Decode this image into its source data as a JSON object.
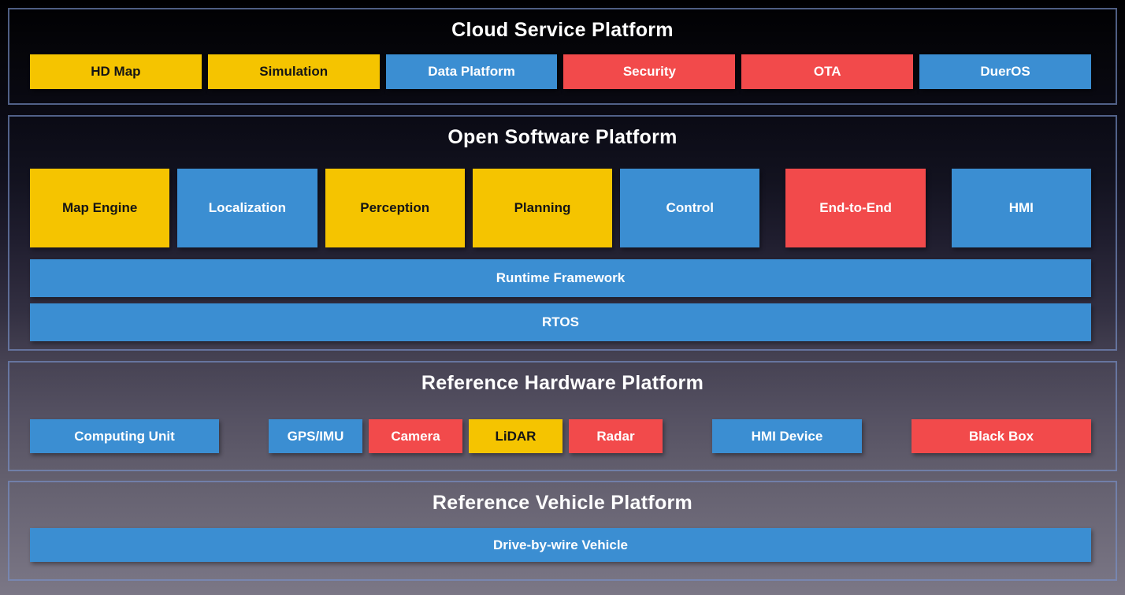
{
  "palette": {
    "yellow": "#F5C400",
    "blue": "#3B8ED2",
    "red": "#F24A4B",
    "section_border": "#7891C8",
    "background_top": "#000002",
    "background_bottom": "#7B7786",
    "title_text": "#FFFFFF"
  },
  "sections": [
    {
      "title": "Cloud Service Platform",
      "boxes": [
        {
          "label": "HD Map",
          "bg": "#F5C400",
          "fg": "#151515"
        },
        {
          "label": "Simulation",
          "bg": "#F5C400",
          "fg": "#151515"
        },
        {
          "label": "Data Platform",
          "bg": "#3B8ED2",
          "fg": "#FFFFFF"
        },
        {
          "label": "Security",
          "bg": "#F24A4B",
          "fg": "#FFFFFF"
        },
        {
          "label": "OTA",
          "bg": "#F24A4B",
          "fg": "#FFFFFF"
        },
        {
          "label": "DuerOS",
          "bg": "#3B8ED2",
          "fg": "#FFFFFF"
        }
      ]
    },
    {
      "title": "Open Software Platform",
      "modules": [
        {
          "label": "Map Engine",
          "bg": "#F5C400",
          "fg": "#151515"
        },
        {
          "label": "Localization",
          "bg": "#3B8ED2",
          "fg": "#FFFFFF"
        },
        {
          "label": "Perception",
          "bg": "#F5C400",
          "fg": "#151515"
        },
        {
          "label": "Planning",
          "bg": "#F5C400",
          "fg": "#151515"
        },
        {
          "label": "Control",
          "bg": "#3B8ED2",
          "fg": "#FFFFFF"
        },
        {
          "label": "End-to-End",
          "bg": "#F24A4B",
          "fg": "#FFFFFF"
        },
        {
          "label": "HMI",
          "bg": "#3B8ED2",
          "fg": "#FFFFFF"
        }
      ],
      "bars": [
        {
          "label": "Runtime Framework",
          "bg": "#3B8ED2",
          "fg": "#FFFFFF"
        },
        {
          "label": "RTOS",
          "bg": "#3B8ED2",
          "fg": "#FFFFFF"
        }
      ]
    },
    {
      "title": "Reference Hardware Platform",
      "boxes": [
        {
          "label": "Computing Unit",
          "bg": "#3B8ED2",
          "fg": "#FFFFFF"
        },
        {
          "label": "GPS/IMU",
          "bg": "#3B8ED2",
          "fg": "#FFFFFF"
        },
        {
          "label": "Camera",
          "bg": "#F24A4B",
          "fg": "#FFFFFF"
        },
        {
          "label": "LiDAR",
          "bg": "#F5C400",
          "fg": "#151515"
        },
        {
          "label": "Radar",
          "bg": "#F24A4B",
          "fg": "#FFFFFF"
        },
        {
          "label": "HMI Device",
          "bg": "#3B8ED2",
          "fg": "#FFFFFF"
        },
        {
          "label": "Black Box",
          "bg": "#F24A4B",
          "fg": "#FFFFFF"
        }
      ]
    },
    {
      "title": "Reference Vehicle Platform",
      "bars": [
        {
          "label": "Drive-by-wire Vehicle",
          "bg": "#3B8ED2",
          "fg": "#FFFFFF"
        }
      ]
    }
  ]
}
